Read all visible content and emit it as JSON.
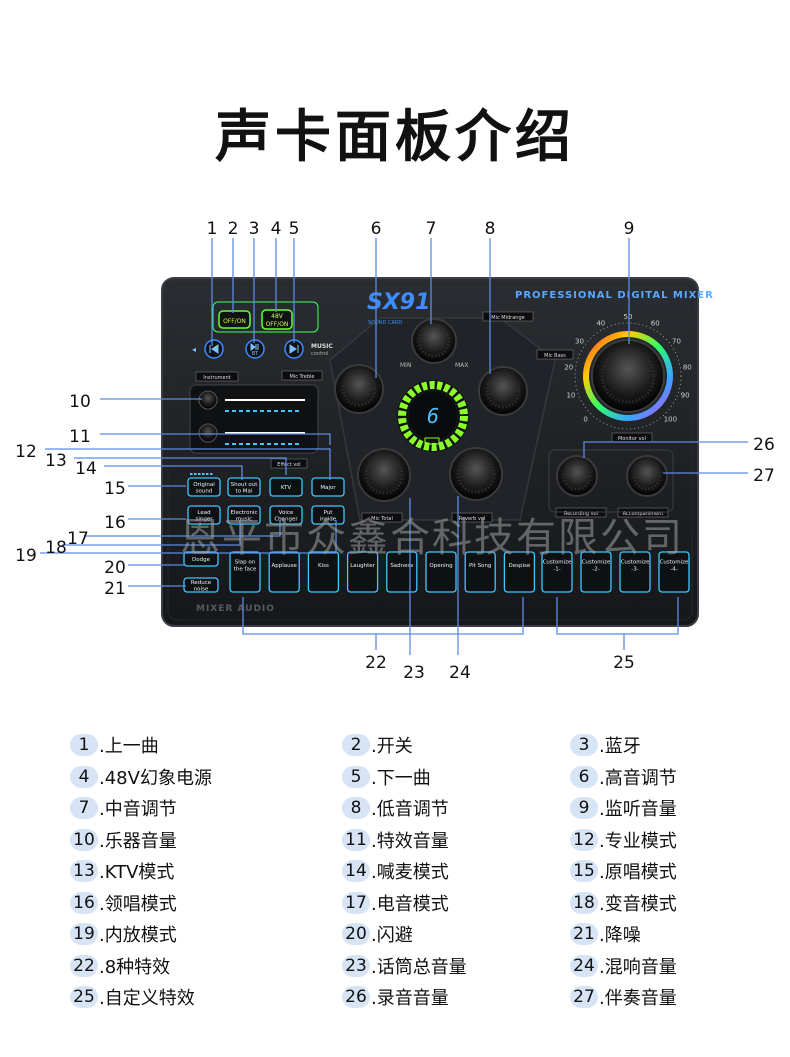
{
  "title": "声卡面板介绍",
  "device": {
    "model": "SX91",
    "model_sub": "SOUND CARD",
    "brand_text": "PROFESSIONAL DIGITAL MIXER",
    "display_digit": "6",
    "footer_text": "MIXER AUDIO",
    "top_buttons": {
      "power": "OFF/ON",
      "phantom_top": "48V",
      "phantom_bottom": "OFF/ON",
      "bt": "BT",
      "music_top": "MUSIC",
      "music_bottom": "control"
    },
    "knob_labels": {
      "mic_midrange": "Mic Midrange",
      "mic_bass": "Mic Bass",
      "mic_treble": "Mic Treble",
      "instrument": "Instrument",
      "effect_vol": "Effect vol",
      "monitor_vol": "Monitor vol",
      "mic_total": "Mic Total",
      "reverb": "Reverb vol",
      "recording_vol": "Recording vol",
      "accompaniment": "Accompaniment",
      "min": "MIN",
      "max": "MAX"
    },
    "dial_ticks": [
      "0",
      "10",
      "20",
      "30",
      "40",
      "50",
      "60",
      "70",
      "80",
      "90",
      "100"
    ],
    "mode_buttons_row1": [
      "Original sound",
      "Shout out to Mai",
      "KTV",
      "Major"
    ],
    "mode_buttons_row2": [
      "Lead singer",
      "Electronic music",
      "Voice Changer",
      "Put inside"
    ],
    "side_buttons": [
      "Dodge",
      "Reduce noise"
    ],
    "effect_buttons": [
      "Slap on the face",
      "Applause",
      "Kiss",
      "Laughter",
      "Sadness",
      "Opening",
      "Pit Song",
      "Despise"
    ],
    "custom_buttons": [
      "Customize -1-",
      "Customize -2-",
      "Customize -3-",
      "Customize -4-"
    ]
  },
  "callouts": [
    "1",
    "2",
    "3",
    "4",
    "5",
    "6",
    "7",
    "8",
    "9",
    "10",
    "11",
    "12",
    "13",
    "14",
    "15",
    "16",
    "17",
    "18",
    "19",
    "20",
    "21",
    "22",
    "23",
    "24",
    "25",
    "26",
    "27"
  ],
  "watermark": "恩平市众鑫合科技有限公司",
  "legend": [
    {
      "num": "1",
      "text": ".上一曲"
    },
    {
      "num": "2",
      "text": ".开关"
    },
    {
      "num": "3",
      "text": ".蓝牙"
    },
    {
      "num": "4",
      "text": ".48V幻象电源"
    },
    {
      "num": "5",
      "text": ".下一曲"
    },
    {
      "num": "6",
      "text": ".高音调节"
    },
    {
      "num": "7",
      "text": ".中音调节"
    },
    {
      "num": "8",
      "text": ".低音调节"
    },
    {
      "num": "9",
      "text": ".监听音量"
    },
    {
      "num": "10",
      "text": ".乐器音量"
    },
    {
      "num": "11",
      "text": ".特效音量"
    },
    {
      "num": "12",
      "text": ".专业模式"
    },
    {
      "num": "13",
      "text": ".KTV模式"
    },
    {
      "num": "14",
      "text": ".喊麦模式"
    },
    {
      "num": "15",
      "text": ".原唱模式"
    },
    {
      "num": "16",
      "text": ".领唱模式"
    },
    {
      "num": "17",
      "text": ".电音模式"
    },
    {
      "num": "18",
      "text": ".变音模式"
    },
    {
      "num": "19",
      "text": ".内放模式"
    },
    {
      "num": "20",
      "text": ".闪避"
    },
    {
      "num": "21",
      "text": ".降噪"
    },
    {
      "num": "22",
      "text": ".8种特效"
    },
    {
      "num": "23",
      "text": ".话筒总音量"
    },
    {
      "num": "24",
      "text": ".混响音量"
    },
    {
      "num": "25",
      "text": ".自定义特效"
    },
    {
      "num": "26",
      "text": ".录音音量"
    },
    {
      "num": "27",
      "text": ".伴奏音量"
    }
  ]
}
